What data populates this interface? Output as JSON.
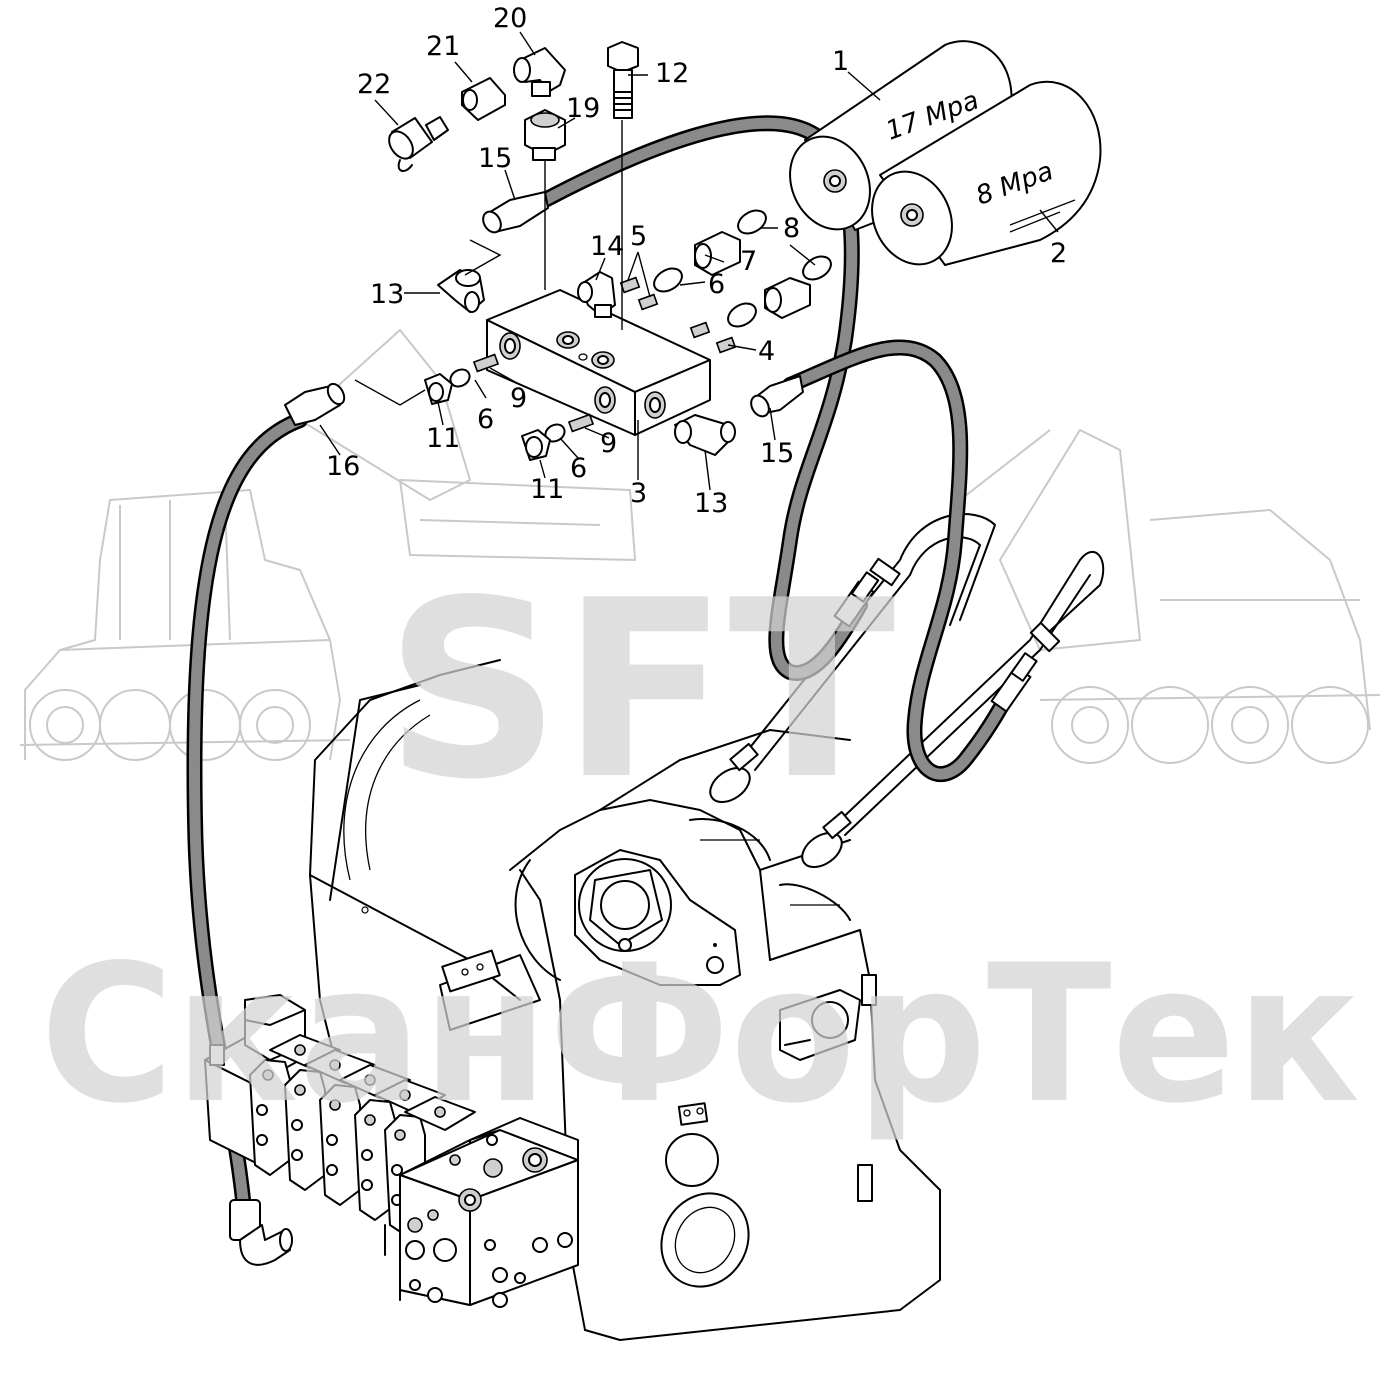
{
  "watermark": {
    "logo": "SFT",
    "company": "СканФорТек"
  },
  "cylinders": {
    "c1_pressure": "17 Mpa",
    "c2_pressure": "8 Mpa"
  },
  "callouts": {
    "n1": "1",
    "n2": "2",
    "n3": "3",
    "n4": "4",
    "n5": "5",
    "n6a": "6",
    "n6b": "6",
    "n6c": "6",
    "n7": "7",
    "n8": "8",
    "n9a": "9",
    "n9b": "9",
    "n11a": "11",
    "n11b": "11",
    "n12": "12",
    "n13a": "13",
    "n13b": "13",
    "n14": "14",
    "n15a": "15",
    "n15b": "15",
    "n16": "16",
    "n19": "19",
    "n20": "20",
    "n21": "21",
    "n22": "22"
  }
}
